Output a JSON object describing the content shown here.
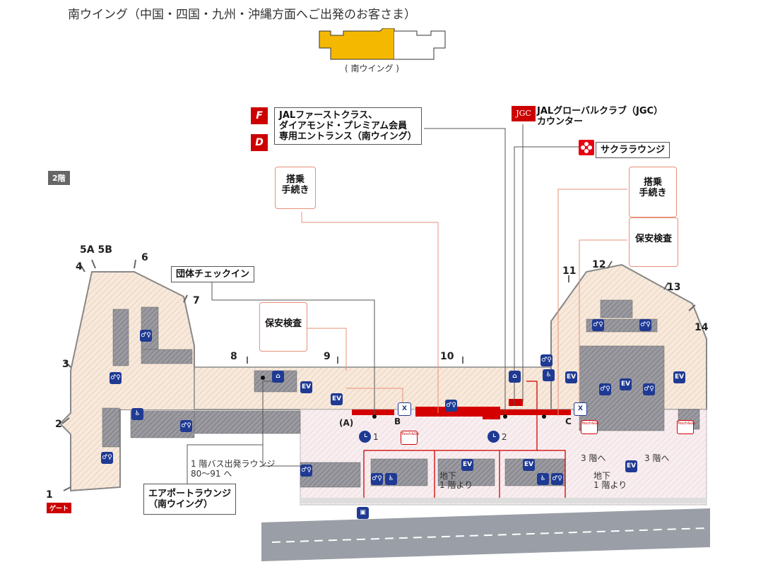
{
  "header": {
    "title": "南ウイング（中国・四国・九州・沖縄方面へご出発のお客さま）",
    "wing_caption": "( 南ウイング )"
  },
  "floor": "2階",
  "gates": {
    "g1": "1",
    "g2": "2",
    "g3": "3",
    "g4": "4",
    "g5": "5A 5B",
    "g6": "6",
    "g7": "7",
    "g8": "8",
    "g9": "9",
    "g10": "10",
    "g11": "11",
    "g12": "12",
    "g13": "13",
    "g14": "14",
    "gate_badge": "ゲート"
  },
  "callouts": {
    "first_class": "JALファーストクラス、\nダイアモンド・プレミアム会員\n専用エントランス（南ウイング）",
    "jgc": "JALグローバルクラブ（JGC）\nカウンター",
    "sakura": "サクララウンジ",
    "checkin_left": "搭乗\n手続き",
    "checkin_right": "搭乗\n手続き",
    "security_right": "保安検査",
    "security_left": "保安検査",
    "group_checkin": "団体チェックイン",
    "airport_lounge": "エアポートラウンジ\n（南ウイング）",
    "bus_lounge": "1 階バス出発ラウンジ\n80〜91 へ"
  },
  "labels": {
    "counter_a": "(A)",
    "counter_b": "B",
    "counter_c": "C",
    "clock1": "1",
    "clock2": "2",
    "basement1": "地下\n1 階より",
    "basement2": "地下\n1 階より",
    "floor3_1": "3 階へ",
    "floor3_2": "3 階へ",
    "jgc_logo": "JGC",
    "ev": "EV",
    "touch_go": "Touch&Go"
  },
  "colors": {
    "wing_highlight": "#f5b800",
    "counter_red": "#d40000",
    "floor_fill": "#f7e9dc",
    "block_gray": "#8f8f94",
    "accent_blue": "#1f3a93"
  }
}
